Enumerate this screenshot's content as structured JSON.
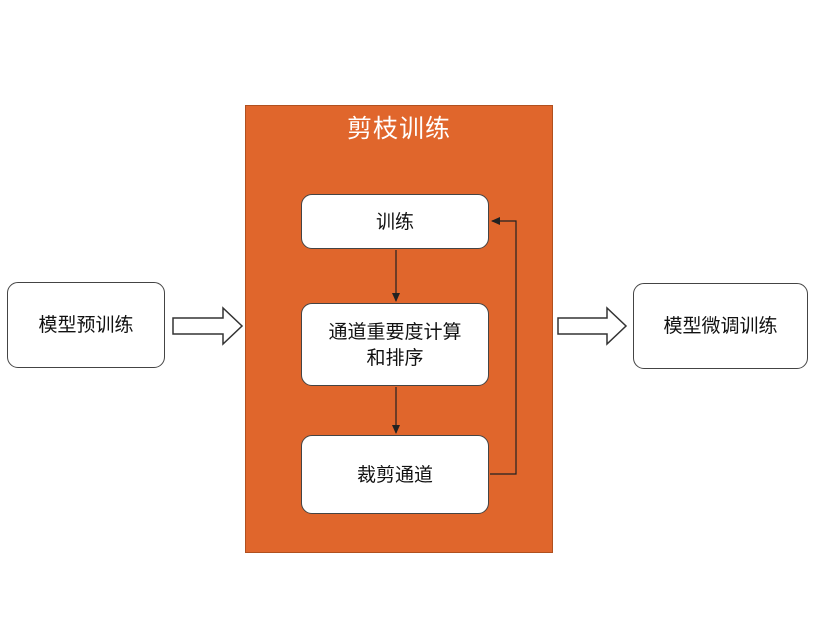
{
  "panel": {
    "title": "剪枝训练",
    "color": "#e0662c"
  },
  "nodes": {
    "pretrain": "模型预训练",
    "train": "训练",
    "rank_line1": "通道重要度计算",
    "rank_line2": "和排序",
    "prune": "裁剪通道",
    "finetune": "模型微调训练"
  },
  "edges": [
    {
      "from": "模型预训练",
      "to": "剪枝训练",
      "style": "hollow-arrow"
    },
    {
      "from": "训练",
      "to": "通道重要度计算和排序",
      "style": "line-arrow"
    },
    {
      "from": "通道重要度计算和排序",
      "to": "裁剪通道",
      "style": "line-arrow"
    },
    {
      "from": "裁剪通道",
      "to": "训练",
      "style": "loop-back-arrow"
    },
    {
      "from": "剪枝训练",
      "to": "模型微调训练",
      "style": "hollow-arrow"
    }
  ]
}
